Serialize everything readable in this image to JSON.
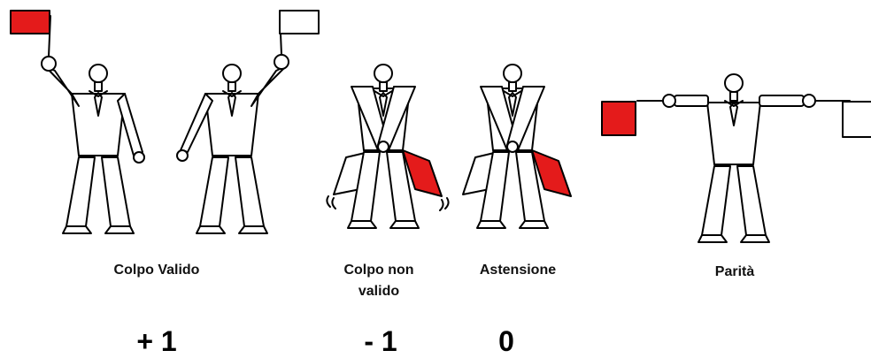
{
  "colors": {
    "flag_red": "#e41b1b",
    "flag_white": "#ffffff",
    "ink": "#000000"
  },
  "signals": [
    {
      "id": "valid",
      "caption_lines": [
        "Colpo Valido"
      ],
      "score": "+ 1"
    },
    {
      "id": "not-valid",
      "caption_lines": [
        "Colpo non",
        "valido"
      ],
      "score": "- 1"
    },
    {
      "id": "abstention",
      "caption_lines": [
        "Astensione"
      ],
      "score": "0"
    },
    {
      "id": "tie",
      "caption_lines": [
        "Parità"
      ],
      "score": ""
    }
  ]
}
